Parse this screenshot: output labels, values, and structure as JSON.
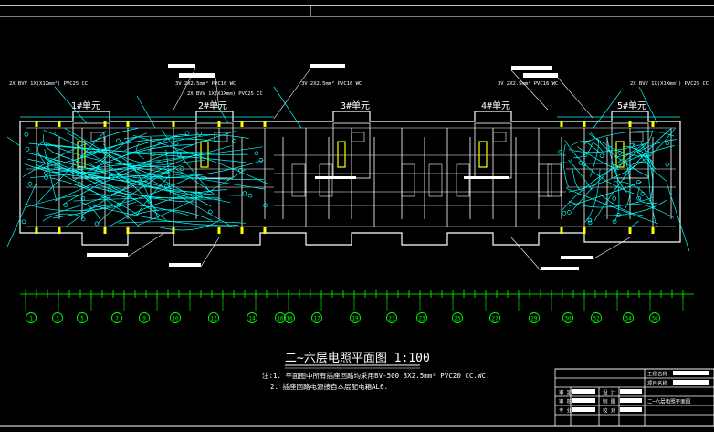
{
  "colors": {
    "background": "#000000",
    "frame": "#ffffff",
    "wall": "#ffffff",
    "wiring": "#00ffff",
    "fixtures": "#ffff00",
    "grid": "#00ff00",
    "annotation_fill": "#ffffff",
    "title": "#ffffff"
  },
  "drawing": {
    "units": [
      {
        "label": "1#单元",
        "cable_top": "2X BVV 1X(X1Xmm²) PVC25 CC"
      },
      {
        "label": "2#单元",
        "cable_top": "3V 2X2.5mm² PVC16 WC",
        "cable_top2": "2X BVV 1X(X1Xmm) PVC25 CC"
      },
      {
        "label": "3#单元",
        "cable_top": "3V 2X2.5mm² PVC16 WC"
      },
      {
        "label": "4#单元",
        "cable_top": "3V 2X2.5mm² PVC16 WC"
      },
      {
        "label": "5#单元",
        "cable_top": "2X BVV 1X(X1Xmm²) PVC25 CC"
      }
    ],
    "axis_labels": [
      "1",
      "3",
      "5",
      "7",
      "9",
      "10",
      "12",
      "14",
      "16",
      "16",
      "17",
      "19",
      "21",
      "23",
      "25",
      "27",
      "29",
      "30",
      "32",
      "34",
      "36"
    ],
    "title": "二~六层电照平面图 1:100",
    "notes": [
      "注:1. 平面图中所有插座回路均采用BV-500 3X2.5mm² PVC20 CC.WC.",
      "2. 插座回路电源接自本层配电箱AL6."
    ]
  },
  "title_block": {
    "rows": [
      {
        "a": "",
        "b": "",
        "c": "工程名称"
      },
      {
        "a": "",
        "b": "",
        "c": "项目名称"
      },
      {
        "a": "审 定",
        "b": "设 计",
        "c": ""
      },
      {
        "a": "审 核",
        "b": "制 图",
        "c": "二~六层电照平面图"
      },
      {
        "a": "专 业",
        "b": "校 对",
        "c": ""
      },
      {
        "a": "",
        "b": "",
        "c": ""
      }
    ]
  }
}
